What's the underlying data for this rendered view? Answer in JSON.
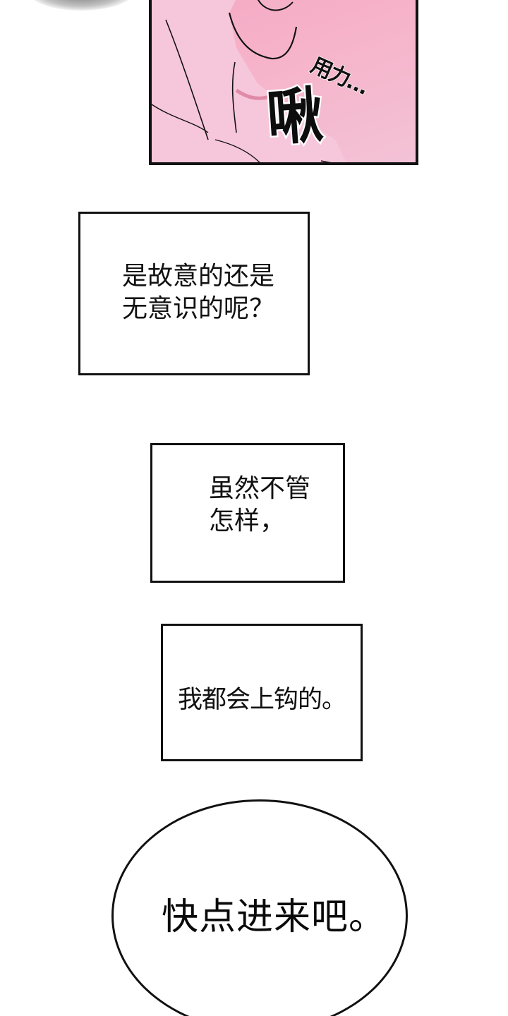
{
  "panel_top": {
    "sfx_small": "用力…",
    "sfx_big": "啾",
    "colors": {
      "skin": "#f4a9c4",
      "skin_light": "#f6c6da",
      "ink": "#111111"
    }
  },
  "narration": [
    {
      "text": "是故意的还是\n无意识的呢？"
    },
    {
      "text": "虽然不管\n怎样，"
    },
    {
      "text": "我都会上钩的。"
    }
  ],
  "speech_bubble": {
    "text": "快点进来吧。"
  }
}
